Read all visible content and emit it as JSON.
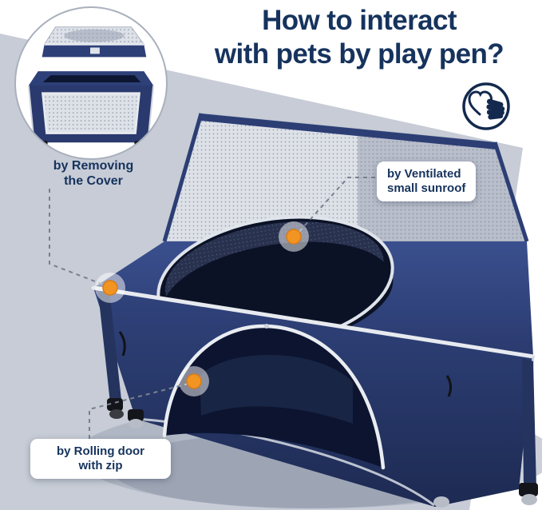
{
  "title": {
    "line1": "How to interact",
    "line2": "with pets by play pen?"
  },
  "callouts": {
    "remove_cover": {
      "line1": "by Removing",
      "line2": "the Cover"
    },
    "sunroof": {
      "line1": "by Ventilated",
      "line2": "small sunroof"
    },
    "rolling_door": {
      "line1": "by Rolling door",
      "line2": "with zip"
    }
  },
  "icons": {
    "petting_hand": "heart-with-petting-hand"
  },
  "colors": {
    "heading_navy": "#16335d",
    "pen_navy": "#2c3e74",
    "marker_orange": "#f29422",
    "floor_gray": "#c7ccd6"
  }
}
